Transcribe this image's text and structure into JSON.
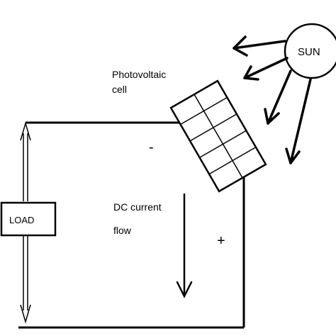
{
  "labels": {
    "sun": "SUN",
    "pv_line1": "Photovoltaic",
    "pv_line2": "cell",
    "minus": "-",
    "plus": "+",
    "load": "LOAD",
    "dc_line1": "DC current",
    "dc_line2": "flow"
  },
  "colors": {
    "stroke": "#000000",
    "background": "#ffffff"
  }
}
